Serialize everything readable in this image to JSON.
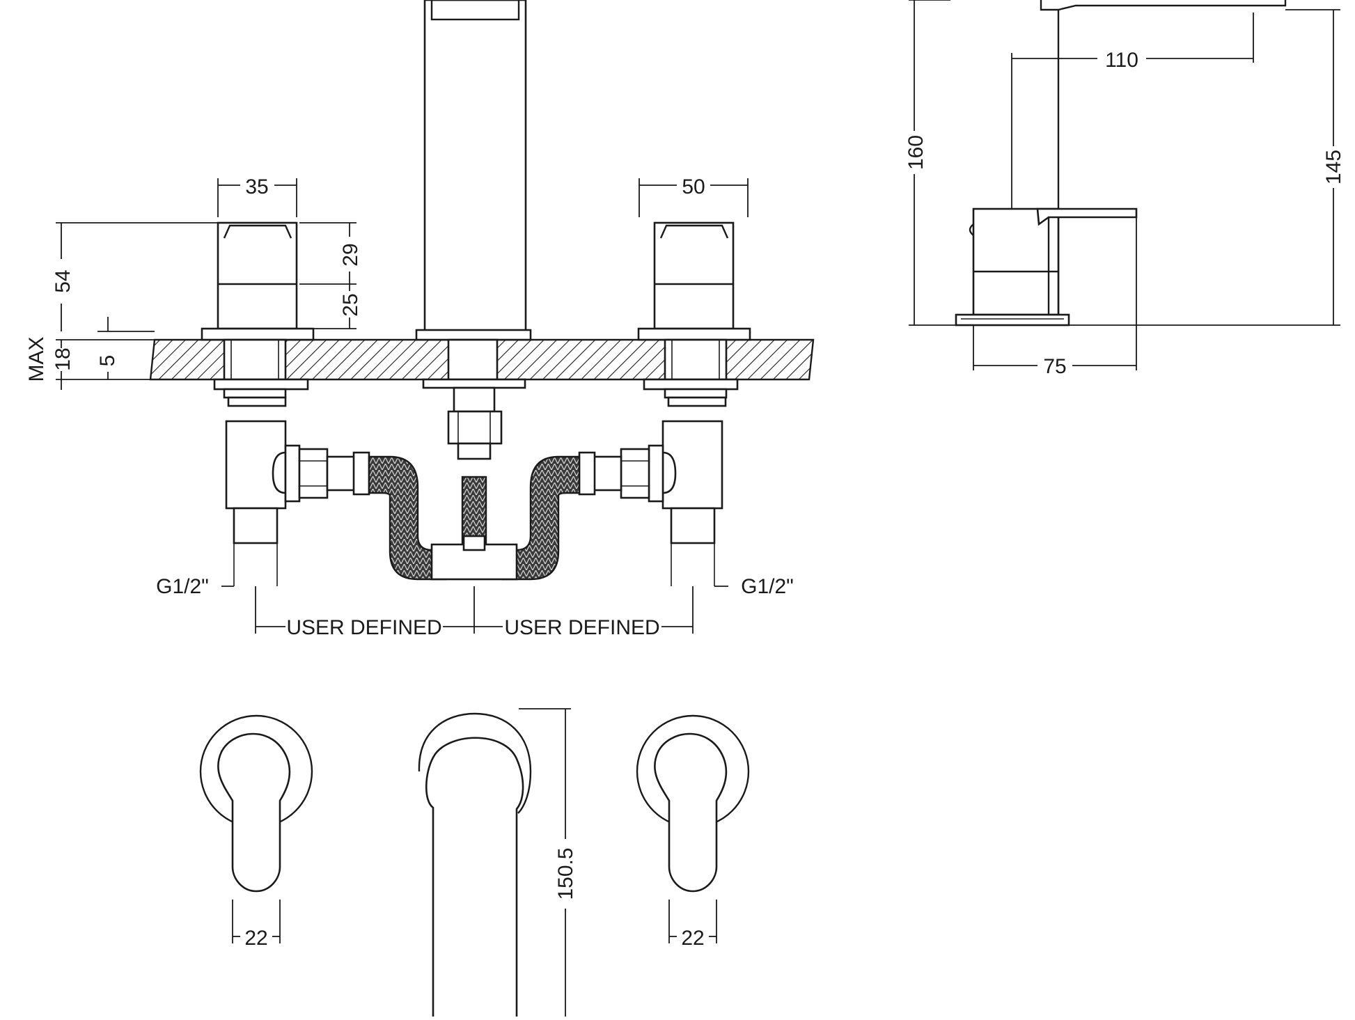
{
  "front_view": {
    "dimensions": {
      "handle_width_cold": "35",
      "handle_width_hot": "50",
      "height_max": "54",
      "handle_upper": "29",
      "handle_lower": "25",
      "deck_max": "18",
      "deck_max_prefix": "MAX",
      "deck_min": "5",
      "thread_left": "G1/2\"",
      "thread_right": "G1/2\"",
      "spacing_left": "USER DEFINED",
      "spacing_right": "USER DEFINED"
    }
  },
  "side_view": {
    "dimensions": {
      "overall_height": "160",
      "outlet_height": "145",
      "spout_reach": "110",
      "base_depth": "75"
    }
  },
  "top_view": {
    "dimensions": {
      "lever_width_left": "22",
      "lever_width_right": "22",
      "spout_length": "150.5"
    }
  }
}
